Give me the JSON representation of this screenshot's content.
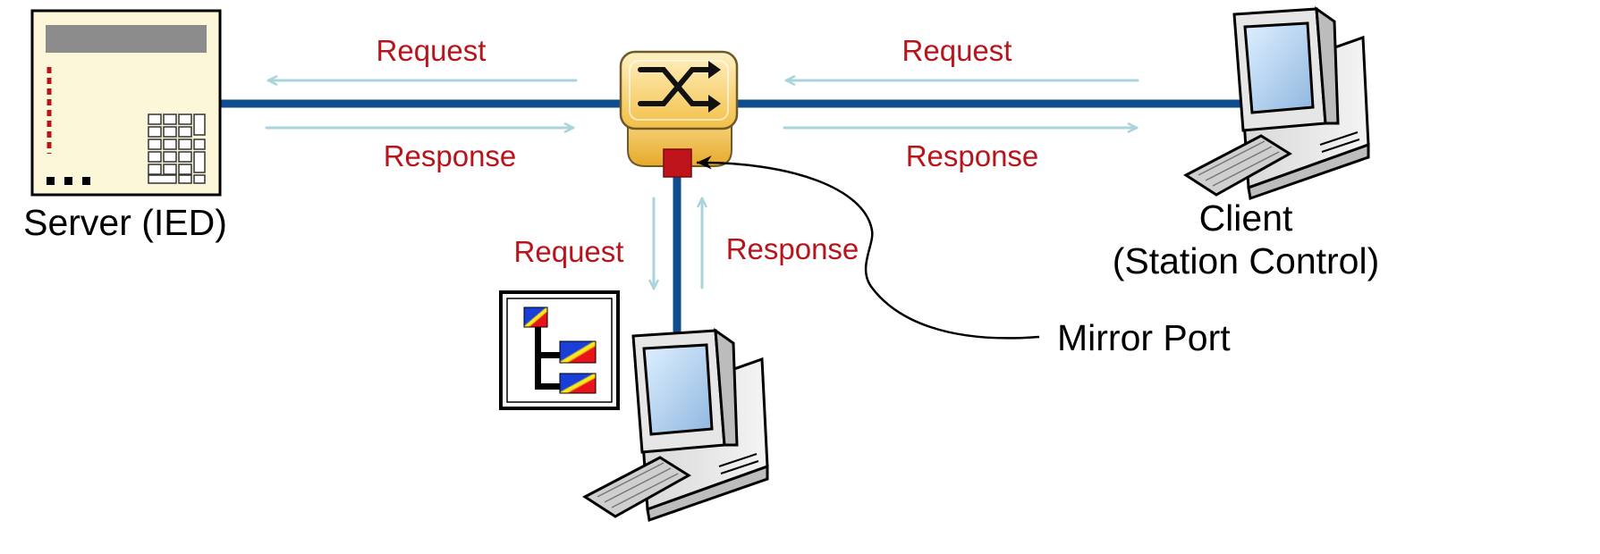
{
  "diagram": {
    "labels": {
      "request_left": "Request",
      "response_left": "Response",
      "request_right": "Request",
      "response_right": "Response",
      "request_bottom": "Request",
      "response_bottom": "Response",
      "server": "Server (IED)",
      "client_line1": "Client",
      "client_line2": "(Station Control)",
      "mirror_port": "Mirror Port"
    },
    "icons": {
      "server": "server-ied-icon",
      "switch": "network-switch-icon",
      "client": "desktop-computer-icon",
      "sniffer": "desktop-computer-icon",
      "tree": "hierarchy-tree-icon"
    },
    "colors": {
      "link": "#0e4e8e",
      "flow_arrow": "#a9d4dc",
      "label_red": "#b8141c",
      "mirror_port": "#c0141c",
      "switch_body": "#f4c65a"
    }
  }
}
